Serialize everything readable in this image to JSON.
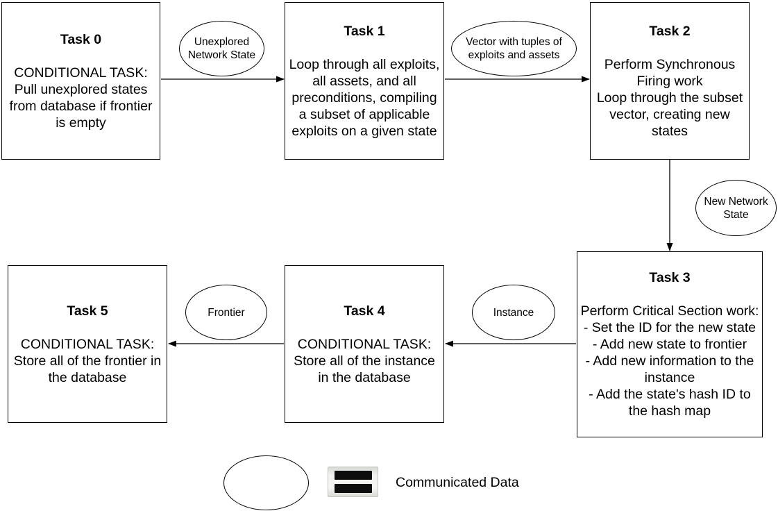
{
  "diagram": {
    "tasks": [
      {
        "title": "Task 0",
        "body": "CONDITIONAL TASK:\nPull unexplored states\nfrom database if frontier\nis empty"
      },
      {
        "title": "Task 1",
        "body": "Loop through all exploits,\nall assets, and all\npreconditions, compiling\na subset of applicable\nexploits on a given state"
      },
      {
        "title": "Task 2",
        "body": "Perform Synchronous\nFiring work\nLoop through the subset\nvector, creating new\nstates"
      },
      {
        "title": "Task 3",
        "body": "Perform Critical Section work:\n- Set the ID for the new state\n- Add new state to frontier\n- Add new information to the\ninstance\n- Add the state's hash ID to\nthe hash map"
      },
      {
        "title": "Task 4",
        "body": "CONDITIONAL TASK:\nStore all of the instance\nin the database"
      },
      {
        "title": "Task 5",
        "body": "CONDITIONAL TASK:\nStore all of the frontier in\nthe database"
      }
    ],
    "data_labels": {
      "unexplored": "Unexplored\nNetwork State",
      "vector": "Vector with tuples of\nexploits and assets",
      "new_state": "New Network\nState",
      "instance": "Instance",
      "frontier": "Frontier"
    },
    "legend": {
      "label": "Communicated Data"
    },
    "colors": {
      "stroke": "#000000",
      "fill": "#ffffff",
      "text": "#000000"
    }
  }
}
